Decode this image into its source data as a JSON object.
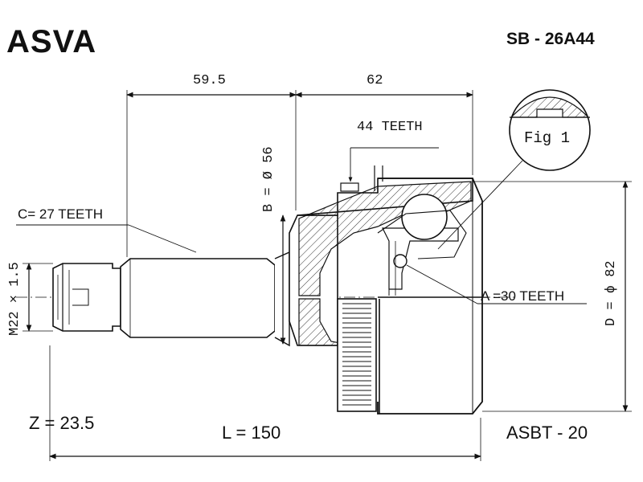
{
  "header": {
    "brand": "ASVA",
    "part_code": "SB - 26A44"
  },
  "dimensions": {
    "length_left": "59.5",
    "length_right": "62",
    "thread": "M22 × 1.5",
    "diameter_b": "B = Ø 56",
    "diameter_d": "D = ϕ 82"
  },
  "callouts": {
    "teeth_c": "C= 27 TEETH",
    "teeth_44": "44 TEETH",
    "teeth_a": "A =30 TEETH",
    "fig": "Fig 1"
  },
  "footer": {
    "z": "Z = 23.5",
    "l": "L = 150",
    "ref": "ASBT - 20"
  }
}
